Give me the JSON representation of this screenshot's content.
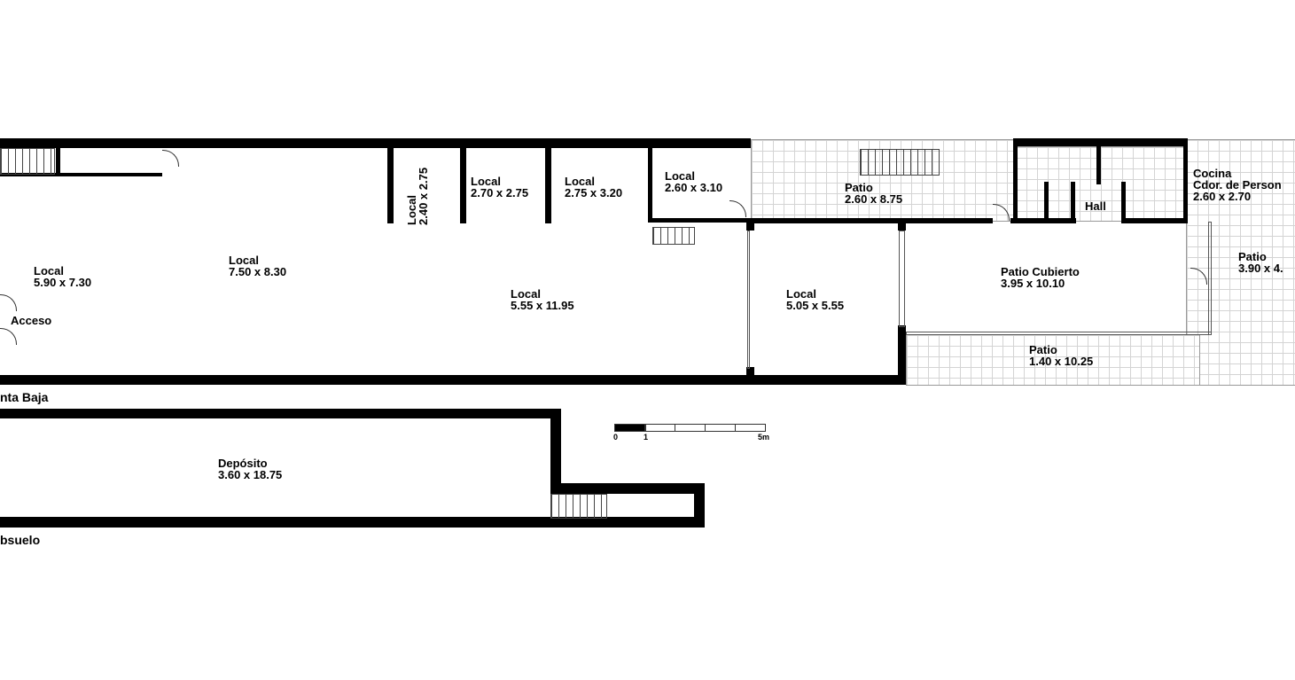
{
  "floors": {
    "ground_label": "nta Baja",
    "basement_label": "bsuelo"
  },
  "rooms": {
    "local_1": {
      "name": "Local",
      "size": "5.90 x 7.30"
    },
    "local_2": {
      "name": "Local",
      "size": "7.50 x 8.30"
    },
    "local_3": {
      "name": "Local",
      "size": "2.40 x 2.75"
    },
    "local_4": {
      "name": "Local",
      "size": "2.70 x 2.75"
    },
    "local_5": {
      "name": "Local",
      "size": "2.75 x 3.20"
    },
    "local_6": {
      "name": "Local",
      "size": "2.60 x 3.10"
    },
    "local_7": {
      "name": "Local",
      "size": "5.55 x 11.95"
    },
    "local_8": {
      "name": "Local",
      "size": "5.05 x 5.55"
    },
    "patio_1": {
      "name": "Patio",
      "size": "2.60 x 8.75"
    },
    "hall": {
      "name": "Hall"
    },
    "cocina": {
      "name": "Cocina",
      "sub": "Cdor. de Person",
      "size": "2.60 x 2.70"
    },
    "patio_cubierto": {
      "name": "Patio Cubierto",
      "size": "3.95 x 10.10"
    },
    "patio_2": {
      "name": "Patio",
      "size": "3.90 x 4."
    },
    "patio_3": {
      "name": "Patio",
      "size": "1.40 x 10.25"
    },
    "acceso": {
      "name": "Acceso"
    },
    "deposito": {
      "name": "Depósito",
      "size": "3.60 x 18.75"
    }
  },
  "scale": {
    "labels": [
      "0",
      "1",
      "5m"
    ]
  }
}
